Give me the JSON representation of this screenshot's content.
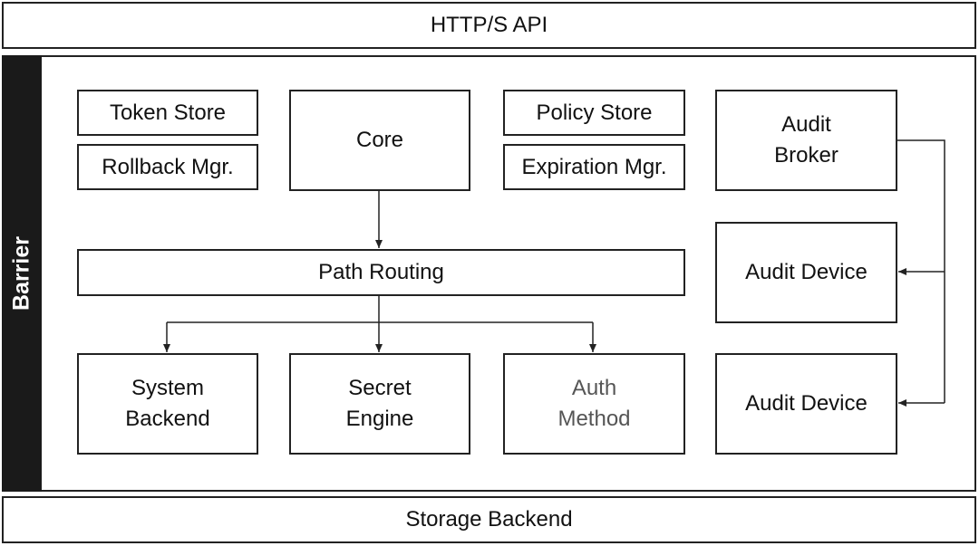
{
  "api": {
    "label": "HTTP/S API"
  },
  "barrier": {
    "label": "Barrier"
  },
  "storage": {
    "label": "Storage Backend"
  },
  "components": {
    "token_store": "Token Store",
    "rollback_mgr": "Rollback Mgr.",
    "core": "Core",
    "policy_store": "Policy Store",
    "expiration_mgr": "Expiration Mgr.",
    "audit_broker": "Audit\nBroker",
    "path_routing": "Path Routing",
    "audit_device_1": "Audit Device",
    "audit_device_2": "Audit Device",
    "system_backend": "System\nBackend",
    "secret_engine": "Secret\nEngine",
    "auth_method": "Auth\nMethod"
  },
  "colors": {
    "border": "#222222",
    "barrier_band": "#1a1a1a",
    "muted_text": "#555555"
  }
}
